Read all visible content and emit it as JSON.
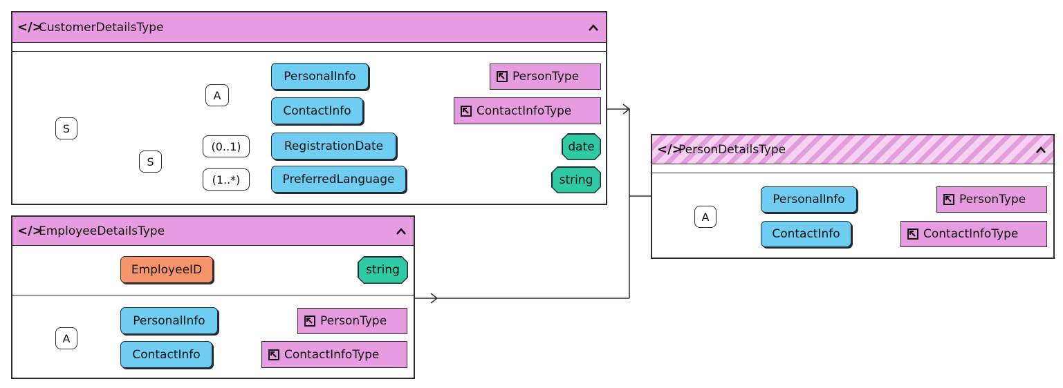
{
  "colors": {
    "header": "#e79be0",
    "element": "#6ecdf0",
    "attribute": "#f6956c",
    "datatype": "#2fcaa4",
    "type_ref": "#e79be0"
  },
  "customer": {
    "title": "CustomerDetailsType",
    "seq_outer": "S",
    "all_a": "A",
    "seq_inner": "S",
    "personal_info": "PersonalInfo",
    "person_type": "PersonType",
    "contact_info": "ContactInfo",
    "contact_info_type": "ContactInfoType",
    "occ_reg": "(0..1)",
    "registration_date": "RegistrationDate",
    "date_type": "date",
    "occ_lang": "(1..*)",
    "preferred_language": "PreferredLanguage",
    "string_type": "string"
  },
  "employee": {
    "title": "EmployeeDetailsType",
    "employee_id": "EmployeeID",
    "string_type": "string",
    "all_a": "A",
    "personal_info": "PersonalInfo",
    "person_type": "PersonType",
    "contact_info": "ContactInfo",
    "contact_info_type": "ContactInfoType"
  },
  "person": {
    "title": "PersonDetailsType",
    "all_a": "A",
    "personal_info": "PersonalInfo",
    "person_type": "PersonType",
    "contact_info": "ContactInfo",
    "contact_info_type": "ContactInfoType"
  }
}
